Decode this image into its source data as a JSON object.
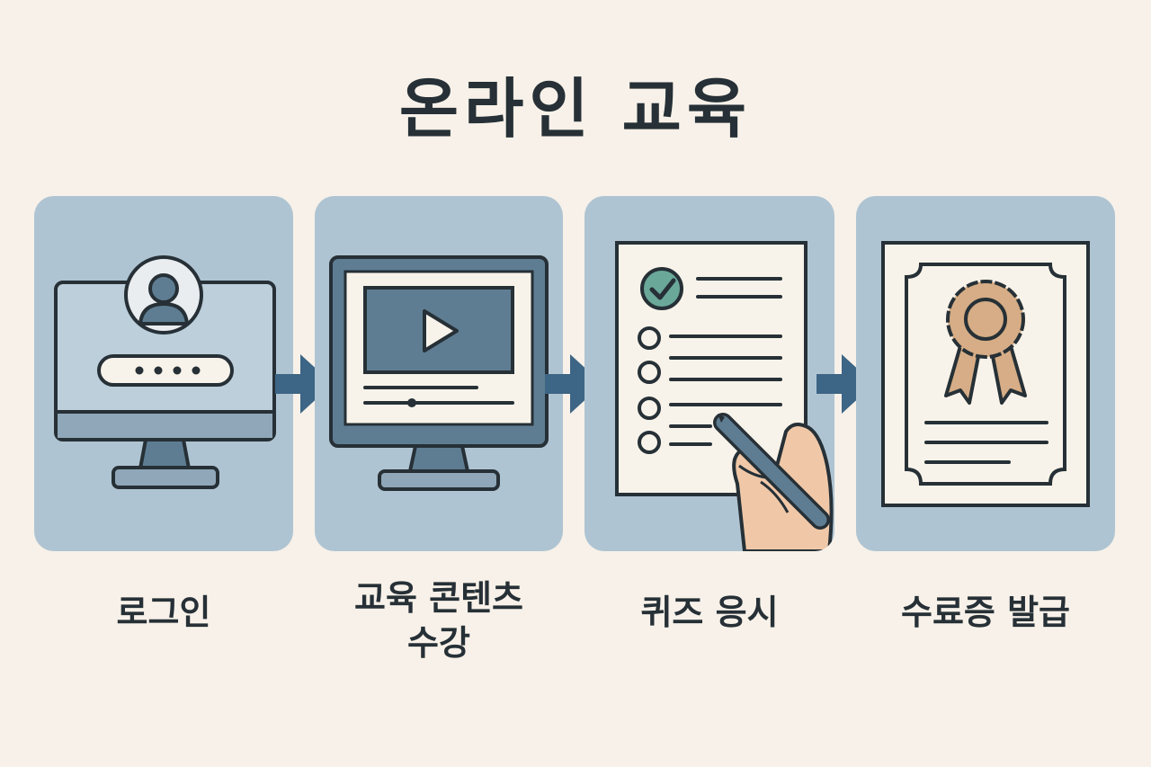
{
  "title": "온라인 교육",
  "steps": [
    {
      "label_line1": "로그인",
      "label_line2": "",
      "icon": "login-monitor-icon"
    },
    {
      "label_line1": "교육 콘텐츠",
      "label_line2": "수강",
      "icon": "video-lesson-icon"
    },
    {
      "label_line1": "퀴즈 응시",
      "label_line2": "",
      "icon": "quiz-checklist-icon"
    },
    {
      "label_line1": "수료증 발급",
      "label_line2": "",
      "icon": "certificate-icon"
    }
  ],
  "colors": {
    "background": "#f7f1e9",
    "card": "#afc4d2",
    "outline": "#263036",
    "screen": "#bccfdb",
    "screen_dark": "#5e7d92",
    "arrow": "#3d6585",
    "check": "#6aa89a",
    "medal": "#d6ad86",
    "skin": "#f0c8a8",
    "paper": "#f8f3ea"
  }
}
